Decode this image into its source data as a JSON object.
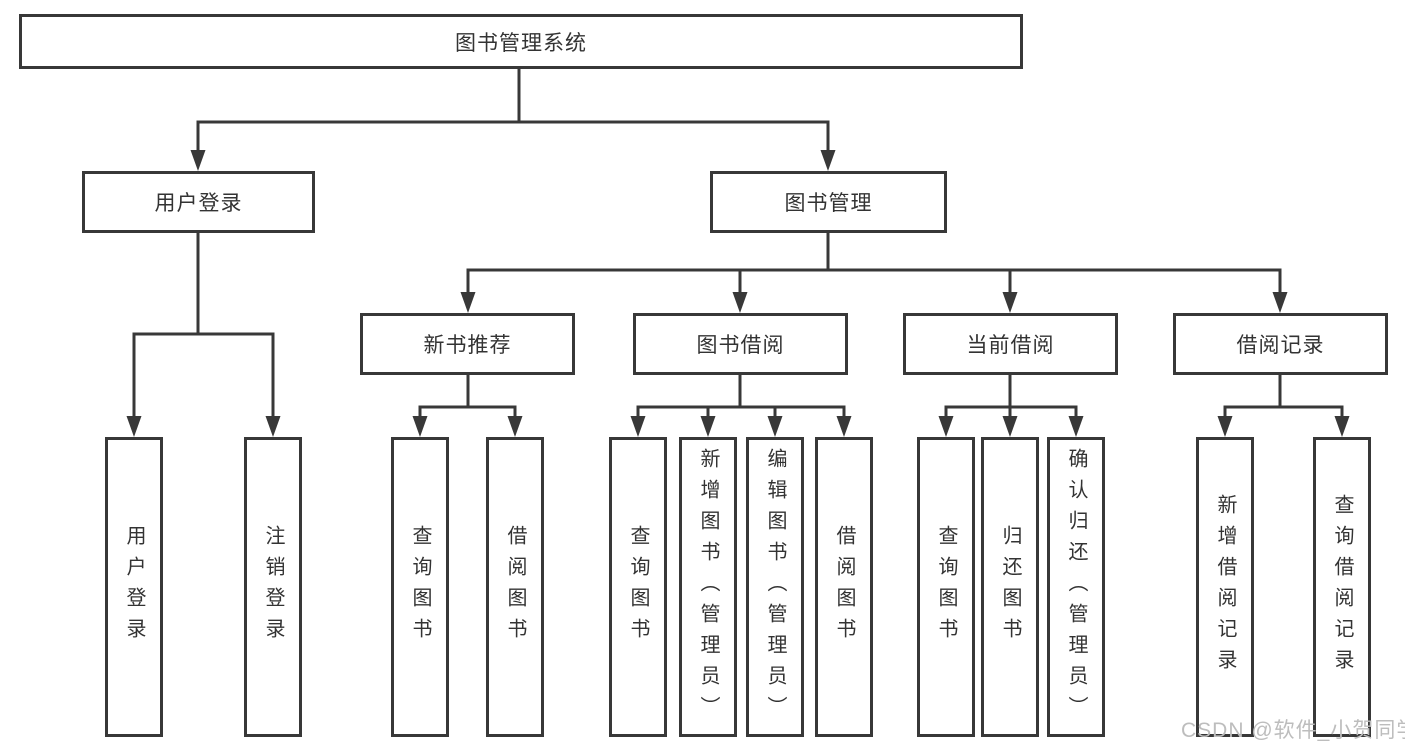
{
  "diagram": {
    "type": "hierarchy",
    "root": "图书管理系统",
    "level2": {
      "user_login": "用户登录",
      "book_management": "图书管理"
    },
    "level3": {
      "new_book_recommend": "新书推荐",
      "book_borrow": "图书借阅",
      "current_borrow": "当前借阅",
      "borrow_record": "借阅记录"
    },
    "leaves": {
      "user_login": "用户登录",
      "logout": "注销登录",
      "recommend_query_book": "查询图书",
      "recommend_borrow_book": "借阅图书",
      "borrow_query_book": "查询图书",
      "borrow_add_book": "新增图书（管理员）",
      "borrow_edit_book": "编辑图书（管理员）",
      "borrow_borrow_book": "借阅图书",
      "current_query_book": "查询图书",
      "current_return_book": "归还图书",
      "current_confirm_return": "确认归还（管理员）",
      "record_add": "新增借阅记录",
      "record_query": "查询借阅记录"
    },
    "edges": [
      "图书管理系统→用户登录",
      "图书管理系统→图书管理",
      "用户登录→用户登录",
      "用户登录→注销登录",
      "图书管理→新书推荐",
      "图书管理→图书借阅",
      "图书管理→当前借阅",
      "图书管理→借阅记录",
      "新书推荐→查询图书",
      "新书推荐→借阅图书",
      "图书借阅→查询图书",
      "图书借阅→新增图书（管理员）",
      "图书借阅→编辑图书（管理员）",
      "图书借阅→借阅图书",
      "当前借阅→查询图书",
      "当前借阅→归还图书",
      "当前借阅→确认归还（管理员）",
      "借阅记录→新增借阅记录",
      "借阅记录→查询借阅记录"
    ]
  },
  "watermark": {
    "text": "CSDN @软件_小贺同学"
  },
  "colors": {
    "line": "#383838",
    "border": "#383838",
    "text": "#333333",
    "watermark": "#bdbdbd",
    "background": "#ffffff"
  }
}
